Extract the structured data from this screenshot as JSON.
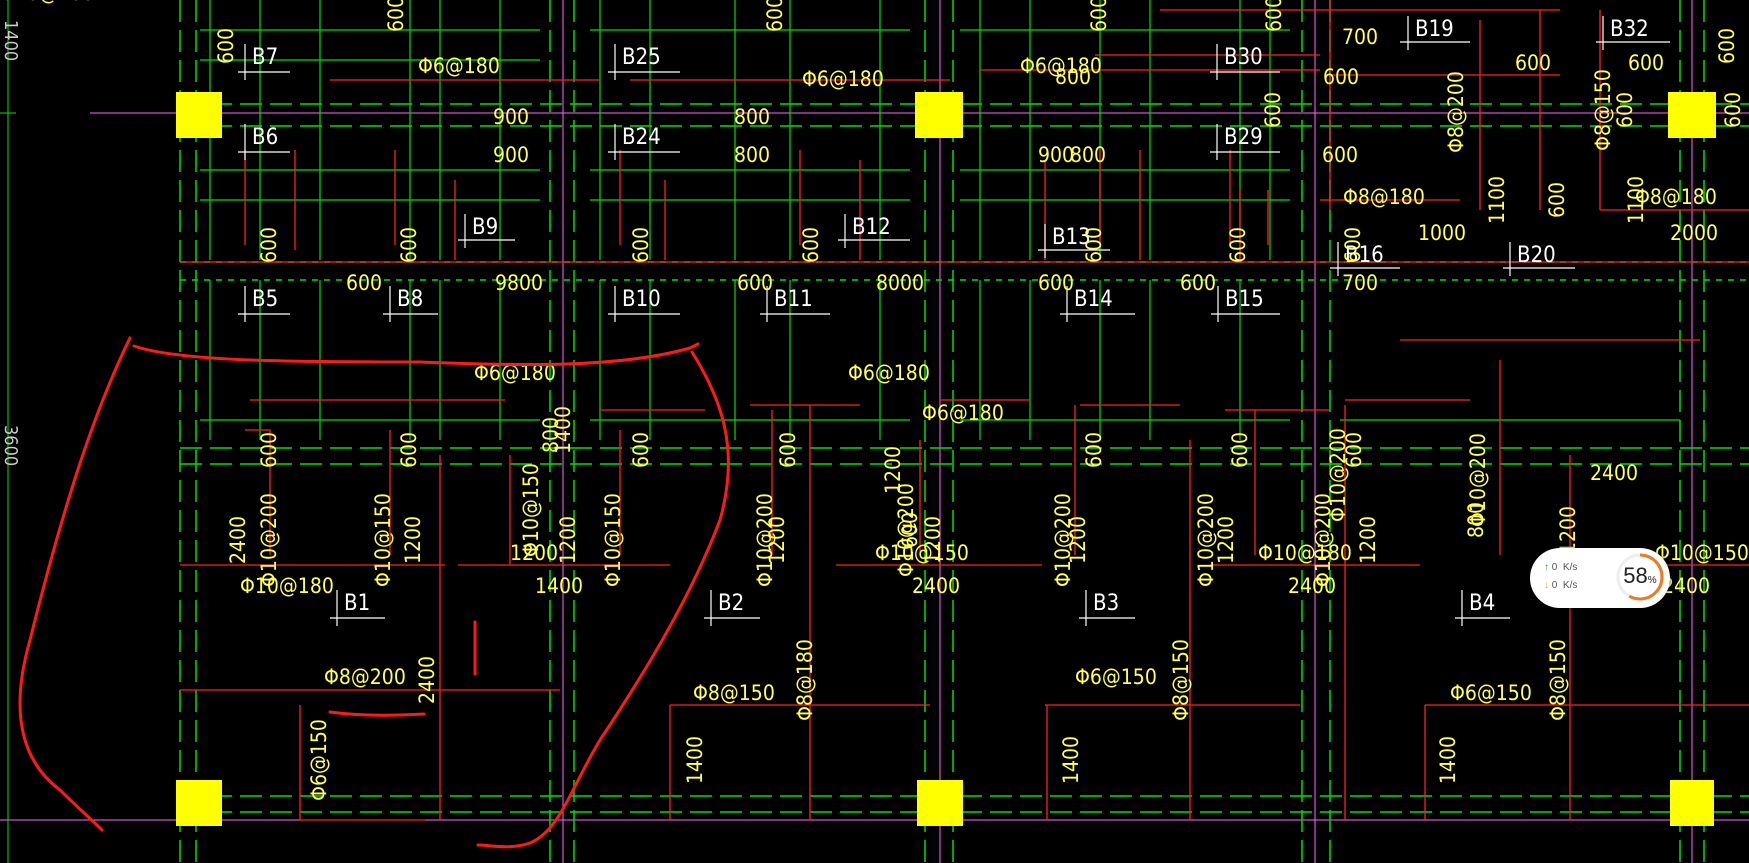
{
  "drawing": {
    "colors": {
      "background": "#000000",
      "rebar_lines": "#ff2020",
      "dash_lines": "#00e000",
      "axis_lines": "#ff66ff",
      "text": "#ffff55",
      "slab_tags": "#ffffff",
      "columns": "#ffff00",
      "markup": "#ff1a1a"
    },
    "slab_tags": [
      "B7",
      "B25",
      "B30",
      "B19",
      "B32",
      "B6",
      "B24",
      "B29",
      "B9",
      "B12",
      "B13",
      "B16",
      "B20",
      "B5",
      "B8",
      "B10",
      "B11",
      "B14",
      "B15",
      "B1",
      "B2",
      "B3",
      "B4"
    ],
    "left_edge_labels": [
      "1400",
      "3600"
    ],
    "labels": [
      "600",
      "600",
      "600",
      "600",
      "600",
      "700",
      "Φ6@180",
      "Φ6@180",
      "Φ6@180",
      "800",
      "600",
      "600",
      "600",
      "600",
      "600",
      "600",
      "600",
      "900",
      "800",
      "900",
      "800",
      "900",
      "800",
      "600",
      "Φ8@200",
      "Φ8@150",
      "1100",
      "1100",
      "Φ8@180",
      "Φ8@180",
      "1000",
      "2000",
      "600",
      "600",
      "600",
      "600",
      "600",
      "600",
      "600",
      "600",
      "700",
      "9800",
      "8000",
      "600",
      "600",
      "600",
      "600",
      "Φ6@180",
      "Φ6@180",
      "Φ6@180",
      "800",
      "600",
      "600",
      "600",
      "600",
      "600",
      "600",
      "600",
      "600",
      "Φ10@200",
      "2400",
      "Φ10@150",
      "Φ10@150",
      "Φ10@150",
      "Φ10@200",
      "Φ10@200",
      "Φ10@200",
      "Φ10@200",
      "Φ10@200",
      "Φ10@200",
      "Φ10@200",
      "1200",
      "1200",
      "1200",
      "1200",
      "1200",
      "1200",
      "1200",
      "1200",
      "1200",
      "1200",
      "Φ10@150",
      "Φ10@180",
      "Φ10@150",
      "Φ10@180",
      "1400",
      "2400",
      "2400",
      "2400",
      "2400",
      "2400",
      "Φ8@200",
      "Φ8@180",
      "Φ8@150",
      "Φ8@150",
      "Φ8@150",
      "Φ6@150",
      "Φ6@150",
      "Φ6@150",
      "1400",
      "1400",
      "1400",
      "1400",
      "800",
      "Φ10@200"
    ]
  },
  "network_widget": {
    "upload_value": "0",
    "upload_unit": "K/s",
    "download_value": "0",
    "download_unit": "K/s",
    "percent_value": "58",
    "percent_sign": "%",
    "percent_fraction": 0.58,
    "accent": "#f07820"
  }
}
